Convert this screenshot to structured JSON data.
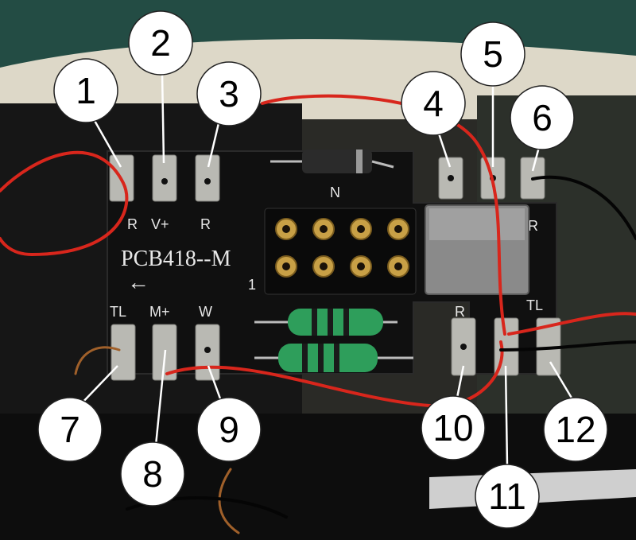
{
  "pcb": {
    "model": "PCB418--M",
    "pin_one": "1",
    "arrow": "←",
    "labels_top": [
      "R",
      "V+",
      "R"
    ],
    "labels_bottom": [
      "TL",
      "M+",
      "W"
    ],
    "label_right_top": "R",
    "label_right_bottom_a": "R",
    "label_right_bottom_b": "TL",
    "diode_text": "N"
  },
  "callouts": [
    "1",
    "2",
    "3",
    "4",
    "5",
    "6",
    "7",
    "8",
    "9",
    "10",
    "11",
    "12"
  ],
  "colors": {
    "board": "#101010",
    "wire_red": "#d8261c",
    "inductor": "#2e9e5b",
    "socket_gold": "#c8a046",
    "gray_part": "#8a8a8a",
    "bench": "#234c44"
  }
}
